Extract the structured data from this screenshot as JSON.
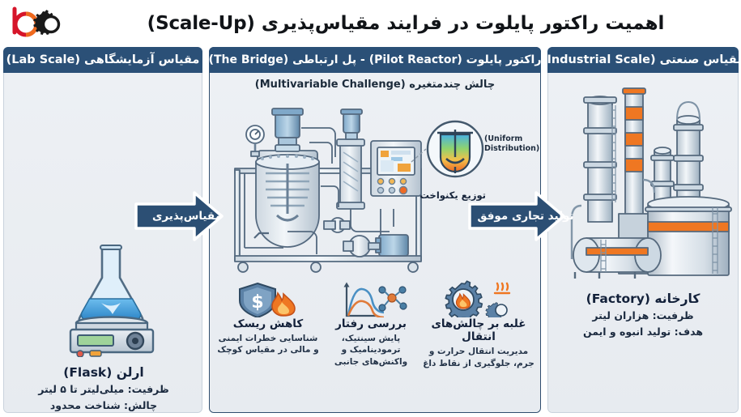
{
  "header": {
    "title": "اهمیت راکتور پایلوت در فرایند مقیاس‌پذیری (Scale-Up)",
    "logo_name": "bo-gear-logo",
    "logo_colors": {
      "red": "#d6152a",
      "orange": "#ef6a1e",
      "gear": "#1a1a1a"
    }
  },
  "colors": {
    "panel_header": "#2b5077",
    "panel_bg": "#eef1f5",
    "panel_border": "#c9d2dc",
    "arrow": "#2c4f74",
    "accent_orange": "#ef7722",
    "text_dark": "#13213a",
    "steel_blue": "#5b7893",
    "liquid_blue": "#4da3e0"
  },
  "panels": {
    "lab": {
      "header": "مقیاس آزمایشگاهی (Lab Scale)",
      "illustration_name": "erlenmeyer-flask-on-magnetic-stirrer",
      "caption_title": "ارلن (Flask)",
      "caption_lines": [
        "ظرفیت: میلی‌لیتر تا ۵ لیتر",
        "چالش: شناخت محدود"
      ]
    },
    "pilot": {
      "header": "راکتور پایلوت (Pilot Reactor) - پل ارتباطی (The Bridge)",
      "subtitle": "چالش چندمتغیره (Multivariable Challenge)",
      "illustration_name": "pilot-reactor-skid",
      "callout": {
        "fa": "توزیع یکنواخت",
        "en": "(Uniform Distribution)",
        "icon_name": "stirred-vessel-uniform-distribution-icon"
      },
      "features": [
        {
          "icon_name": "shield-dollar-flame-icon",
          "title": "کاهش ریسک",
          "desc": "شناسایی خطرات ایمنی و مالی در مقیاس کوچک"
        },
        {
          "icon_name": "kinetics-curve-molecule-icon",
          "title": "بررسی رفتار",
          "desc": "پایش سینتیک، ترمودینامیک و واکنش‌های جانبی"
        },
        {
          "icon_name": "gears-flame-heat-icon",
          "title": "غلبه بر چالش‌های انتقال",
          "desc": "مدیریت انتقال حرارت و جرم، جلوگیری از نقاط داغ"
        }
      ]
    },
    "industrial": {
      "header": "مقیاس صنعتی (Industrial Scale)",
      "illustration_name": "refinery-towers-and-tanks",
      "caption_title": "کارخانه (Factory)",
      "caption_lines": [
        "ظرفیت: هزاران لیتر",
        "هدف: تولید انبوه و ایمن"
      ]
    }
  },
  "arrows": [
    {
      "name": "arrow-scalability",
      "label": "مقیاس‌پذیری",
      "direction": "left-to-right"
    },
    {
      "name": "arrow-commercial-success",
      "label": "تولید تجاری موفق",
      "direction": "left-to-right"
    }
  ]
}
